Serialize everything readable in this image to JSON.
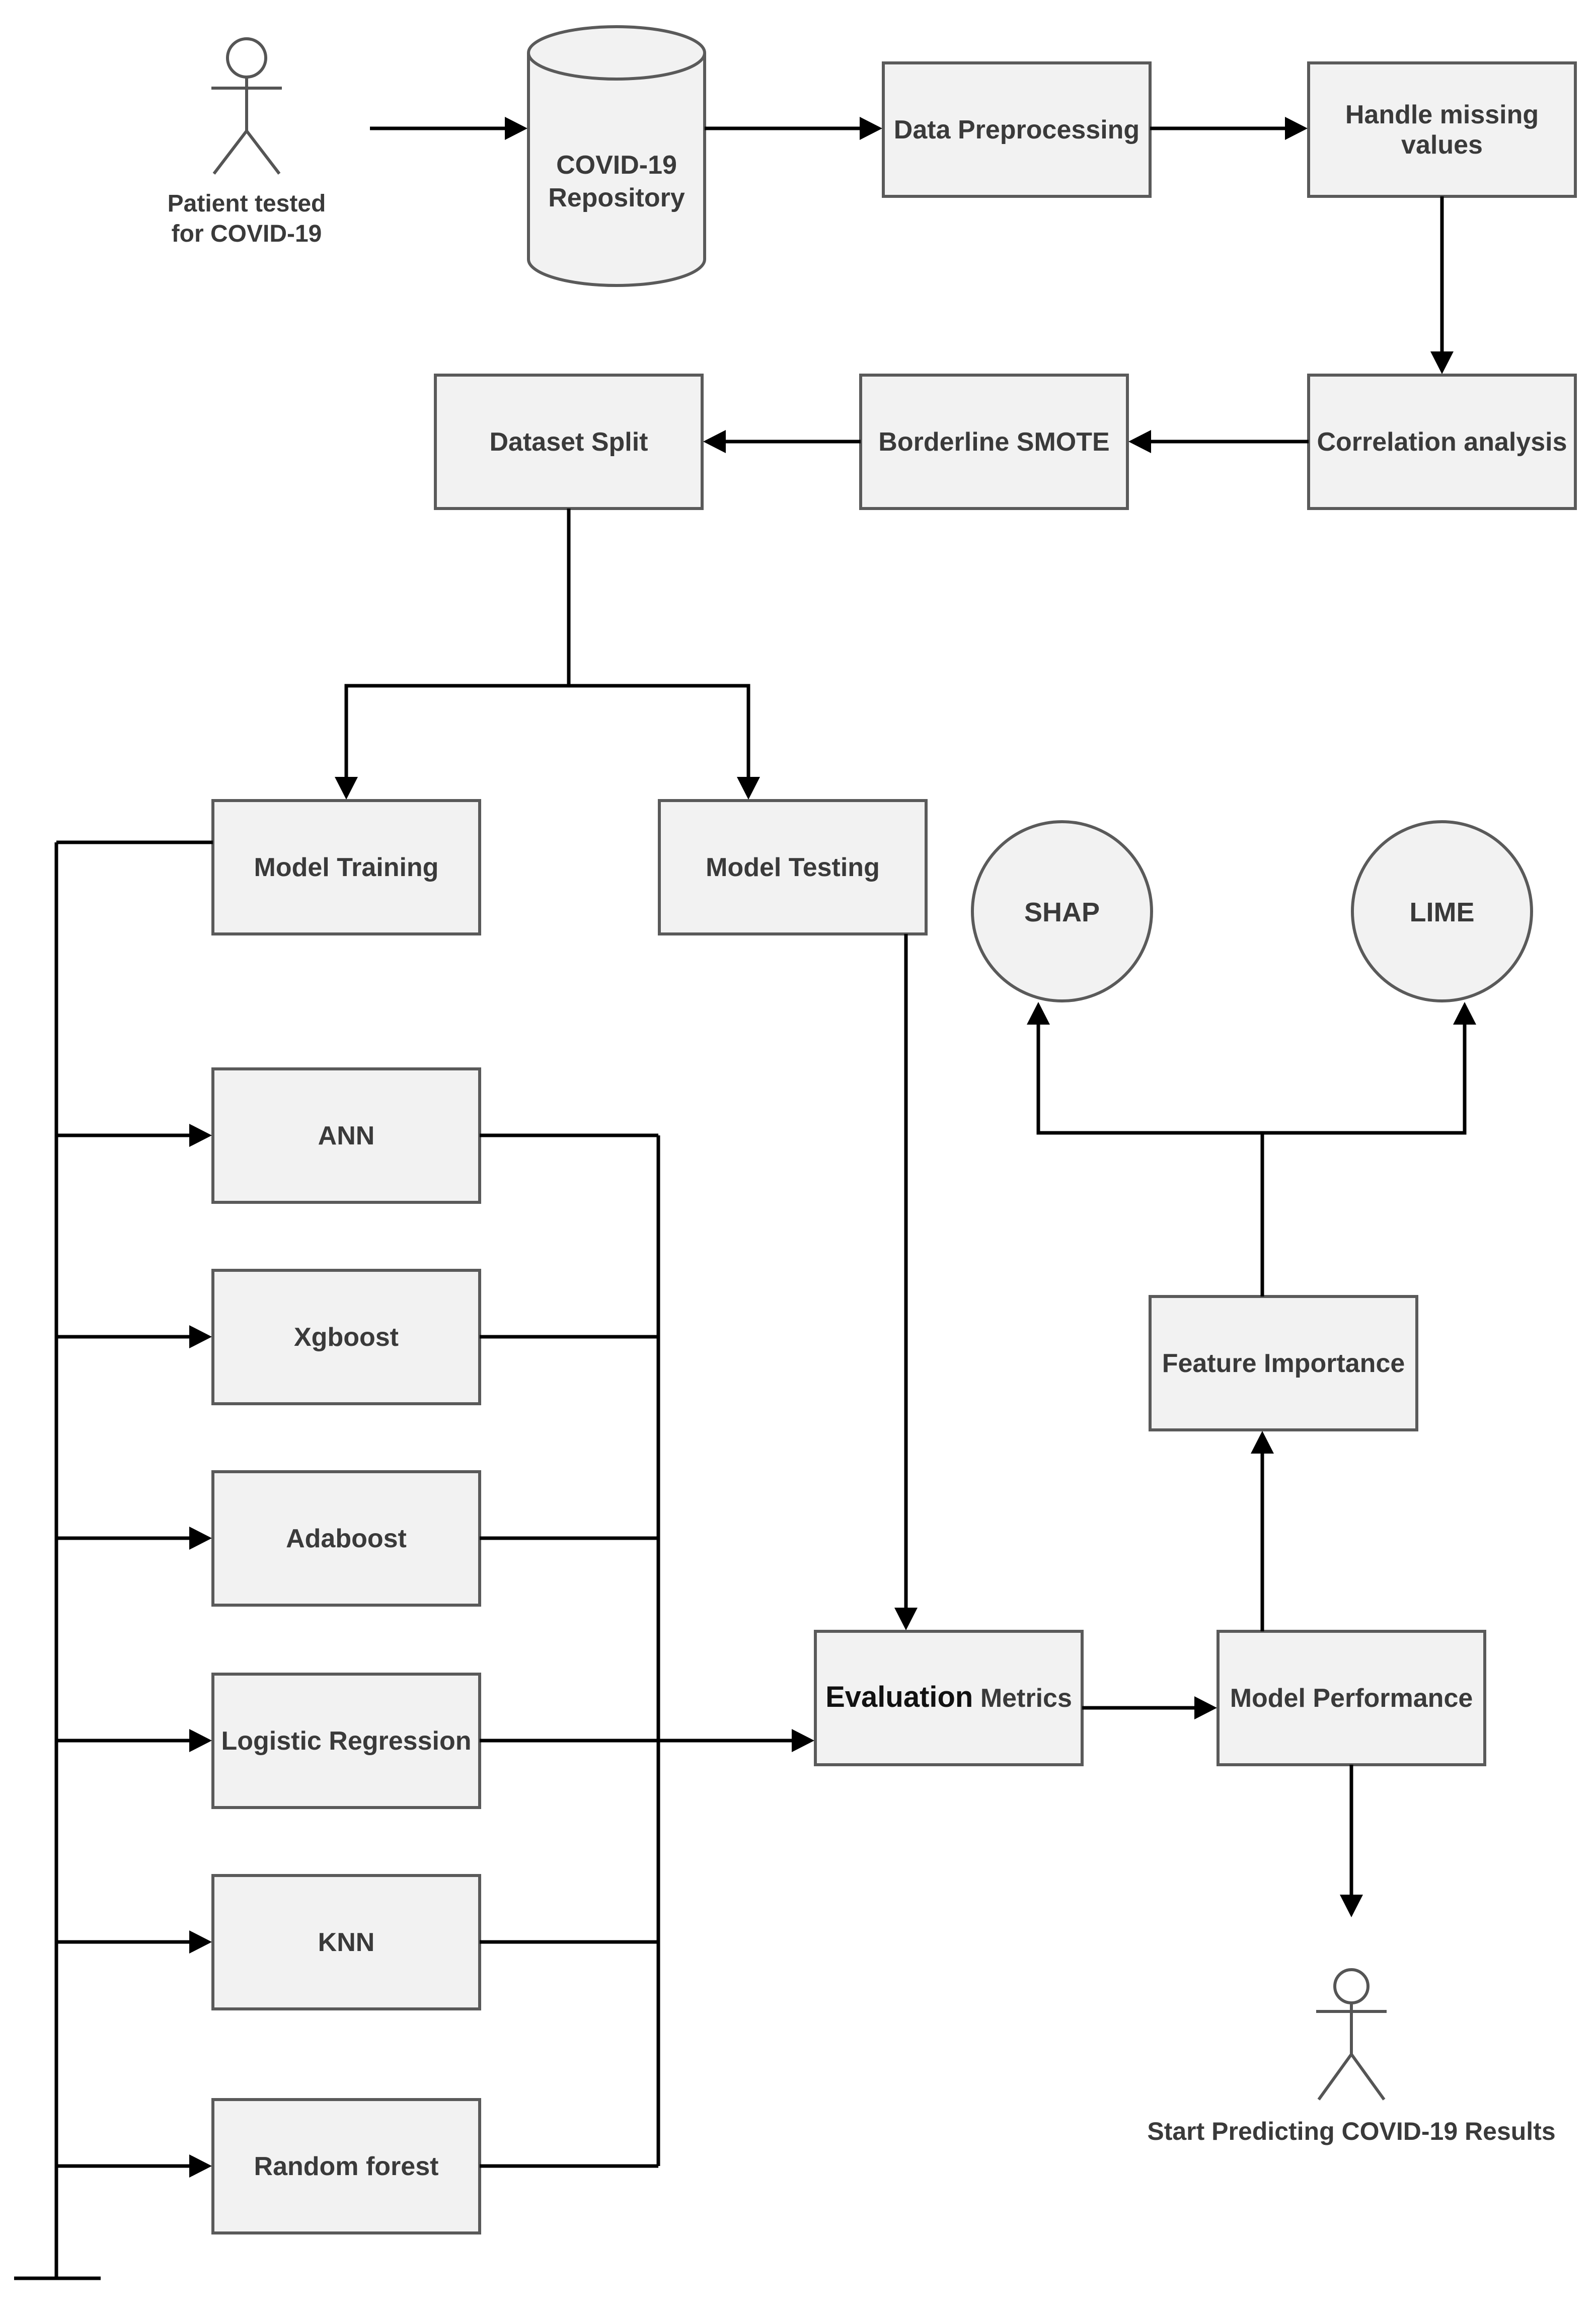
{
  "diagram": {
    "actors": {
      "patient": [
        "Patient tested",
        "for COVID-19"
      ],
      "end_user": "Start Predicting COVID-19 Results"
    },
    "repository": [
      "COVID-19",
      "Repository"
    ],
    "nodes": {
      "data_preprocessing": "Data Preprocessing",
      "handle_missing": [
        "Handle missing",
        "values"
      ],
      "correlation": "Correlation analysis",
      "borderline_smote": "Borderline SMOTE",
      "dataset_split": "Dataset Split",
      "model_training": "Model Training",
      "model_testing": "Model Testing",
      "evaluation_bold": "Evaluation",
      "evaluation_rest": " Metrics",
      "model_performance": "Model Performance",
      "feature_importance": "Feature Importance",
      "shap": "SHAP",
      "lime": "LIME"
    },
    "models": [
      "ANN",
      "Xgboost",
      "Adaboost",
      "Logistic Regression",
      "KNN",
      "Random forest"
    ]
  }
}
